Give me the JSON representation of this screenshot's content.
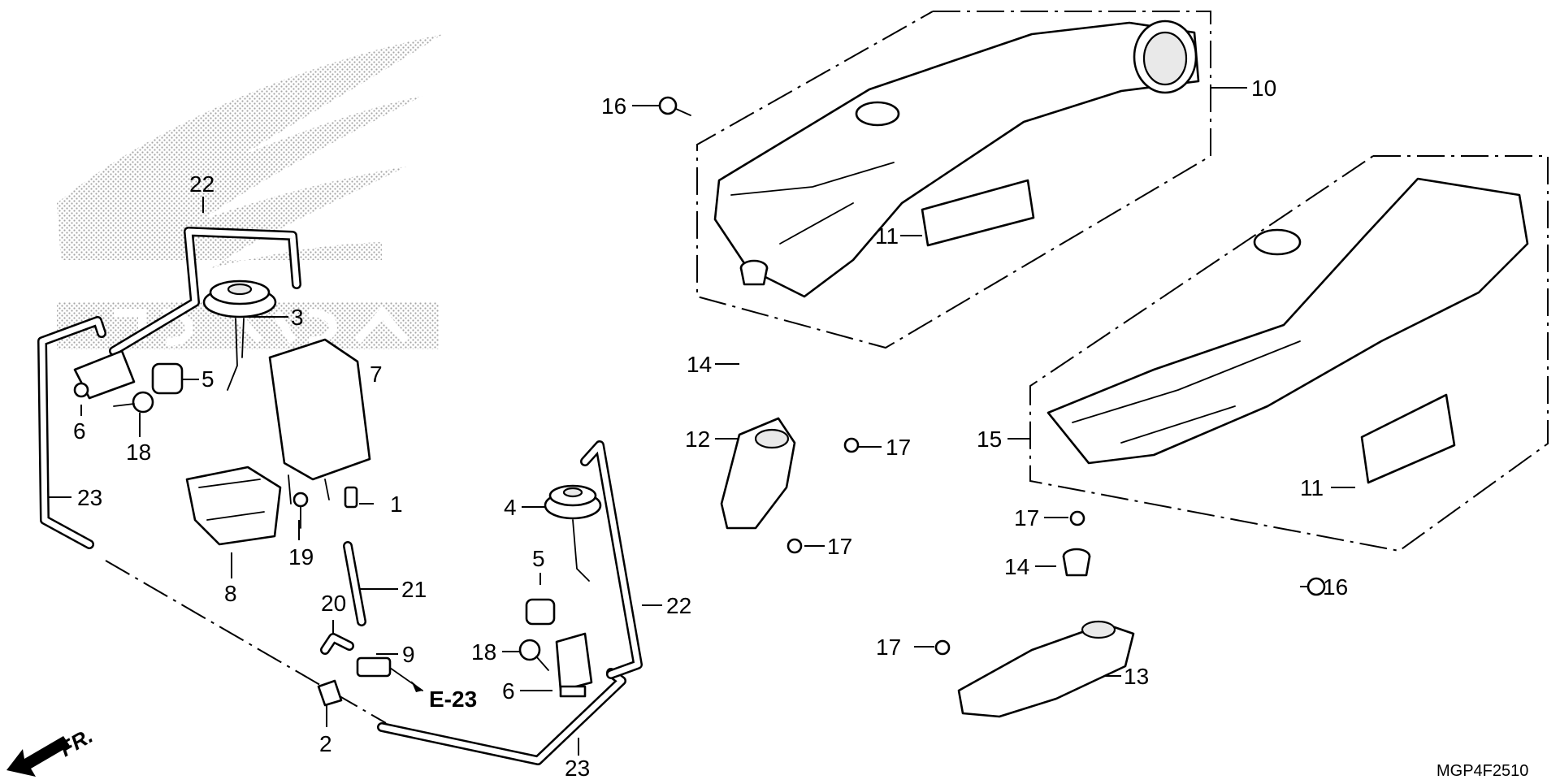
{
  "diagram_code": "MGP4F2510",
  "front_indicator": "FR.",
  "reference_label": "E-23",
  "callouts": [
    {
      "id": "c22a",
      "label": "22"
    },
    {
      "id": "c3",
      "label": "3"
    },
    {
      "id": "c5a",
      "label": "5"
    },
    {
      "id": "c6a",
      "label": "6"
    },
    {
      "id": "c18a",
      "label": "18"
    },
    {
      "id": "c7",
      "label": "7"
    },
    {
      "id": "c23a",
      "label": "23"
    },
    {
      "id": "c1",
      "label": "1"
    },
    {
      "id": "c19",
      "label": "19"
    },
    {
      "id": "c8",
      "label": "8"
    },
    {
      "id": "c21",
      "label": "21"
    },
    {
      "id": "c20",
      "label": "20"
    },
    {
      "id": "c9",
      "label": "9"
    },
    {
      "id": "c2",
      "label": "2"
    },
    {
      "id": "c23b",
      "label": "23"
    },
    {
      "id": "c4",
      "label": "4"
    },
    {
      "id": "c5b",
      "label": "5"
    },
    {
      "id": "c18b",
      "label": "18"
    },
    {
      "id": "c6b",
      "label": "6"
    },
    {
      "id": "c22b",
      "label": "22"
    },
    {
      "id": "c16a",
      "label": "16"
    },
    {
      "id": "c10",
      "label": "10"
    },
    {
      "id": "c11a",
      "label": "11"
    },
    {
      "id": "c14a",
      "label": "14"
    },
    {
      "id": "c12",
      "label": "12"
    },
    {
      "id": "c17a",
      "label": "17"
    },
    {
      "id": "c17b",
      "label": "17"
    },
    {
      "id": "c15",
      "label": "15"
    },
    {
      "id": "c11b",
      "label": "11"
    },
    {
      "id": "c17c",
      "label": "17"
    },
    {
      "id": "c14b",
      "label": "14"
    },
    {
      "id": "c16b",
      "label": "16"
    },
    {
      "id": "c17d",
      "label": "17"
    },
    {
      "id": "c13",
      "label": "13"
    }
  ]
}
